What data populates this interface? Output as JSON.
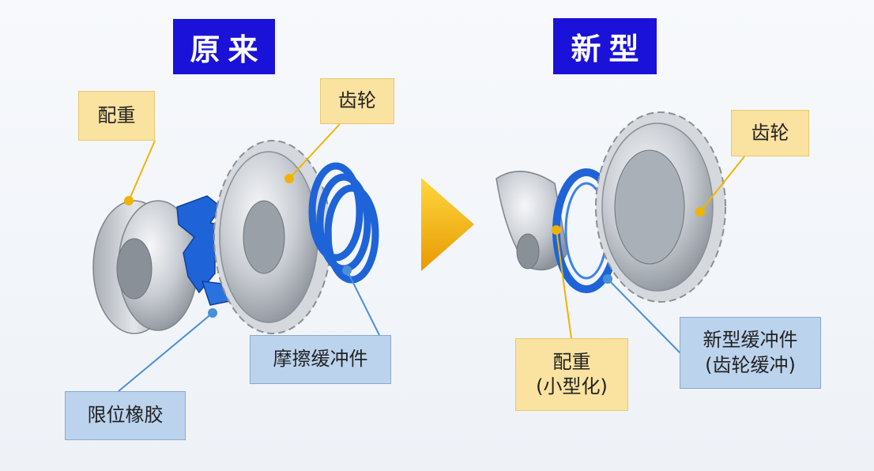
{
  "titles": {
    "before": "原来",
    "after": "新型"
  },
  "labels": {
    "weight_old": "配重",
    "gear_old": "齿轮",
    "friction_buffer": "摩擦缓冲件",
    "limit_rubber": "限位橡胶",
    "gear_new": "齿轮",
    "weight_new": {
      "line1": "配重",
      "line2": "(小型化)"
    },
    "new_buffer": {
      "line1": "新型缓冲件",
      "line2": "(齿轮缓冲)"
    }
  },
  "colors": {
    "title_bg": "#1a12d8",
    "label_yellow": "#fae2a0",
    "label_blue": "#bcd3ee",
    "leader_yellow": "#f0b400",
    "leader_blue": "#4a90d9",
    "arrow": "#f0b000",
    "part_metal": "#c8ccd2",
    "part_blue": "#1e64d8"
  },
  "icons": {
    "transition": "triangle-right-arrow-icon"
  }
}
